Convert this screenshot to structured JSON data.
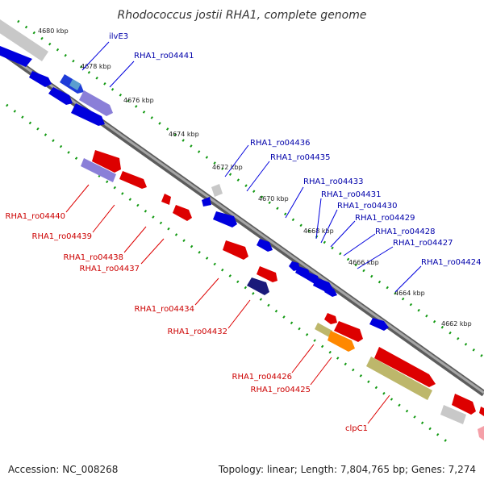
{
  "title": "Rhodococcus jostii RHA1, complete genome",
  "footer": {
    "accession": "Accession: NC_008268",
    "summary": "Topology: linear; Length: 7,804,765 bp; Genes: 7,274"
  },
  "colors": {
    "forward": "#0000dd",
    "reverse": "#dd0000",
    "forward_label": "#0000aa",
    "reverse_label": "#cc0000",
    "axis": "#888888",
    "tick_dots": "#119911",
    "grey_feature": "#c8c8c8",
    "olive_feature": "#bdb76b",
    "orange_feature": "#ff8800",
    "navy_feature": "#1a1a7a",
    "lavender_feature": "#8a7fd8",
    "steel_feature": "#5a9ecf",
    "pink_feature": "#f5a0a8"
  },
  "scale": {
    "kbp_labels": [
      "4680 kbp",
      "4678 kbp",
      "4676 kbp",
      "4674 kbp",
      "4672 kbp",
      "4670 kbp",
      "4668 kbp",
      "4666 kbp",
      "4664 kbp",
      "4662 kbp"
    ]
  },
  "forward_labels": [
    "ilvE3",
    "RHA1_ro04441",
    "RHA1_ro04436",
    "RHA1_ro04435",
    "RHA1_ro04433",
    "RHA1_ro04431",
    "RHA1_ro04430",
    "RHA1_ro04429",
    "RHA1_ro04428",
    "RHA1_ro04427",
    "RHA1_ro04424"
  ],
  "reverse_labels": [
    "RHA1_ro04440",
    "RHA1_ro04439",
    "RHA1_ro04438",
    "RHA1_ro04437",
    "RHA1_ro04434",
    "RHA1_ro04432",
    "RHA1_ro04426",
    "RHA1_ro04425",
    "clpC1"
  ]
}
